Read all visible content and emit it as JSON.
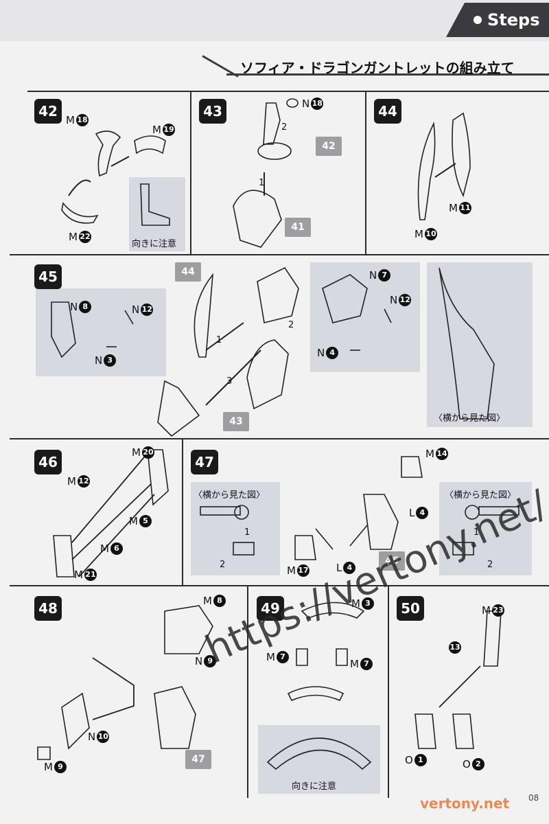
{
  "header": {
    "tab_label": "Steps",
    "section_title": "ソフィア・ドラゴンガントレットの組み立て"
  },
  "steps": [
    {
      "num": "42"
    },
    {
      "num": "43"
    },
    {
      "num": "44"
    },
    {
      "num": "45"
    },
    {
      "num": "46"
    },
    {
      "num": "47"
    },
    {
      "num": "48"
    },
    {
      "num": "49"
    },
    {
      "num": "50"
    }
  ],
  "refs": {
    "r42": "42",
    "r41": "41",
    "r44": "44",
    "r43": "43",
    "r46": "46",
    "r47": "47"
  },
  "notes": {
    "orientation": "向きに注意",
    "side_view": "〈横から見た図〉",
    "arrow_1": "1",
    "arrow_2": "2",
    "arrow_3": "3"
  },
  "parts": {
    "m18": {
      "letter": "M",
      "num": "18"
    },
    "m19": {
      "letter": "M",
      "num": "19"
    },
    "m22": {
      "letter": "M",
      "num": "22"
    },
    "n18": {
      "letter": "N",
      "num": "18"
    },
    "m11": {
      "letter": "M",
      "num": "11"
    },
    "m10": {
      "letter": "M",
      "num": "10"
    },
    "n8": {
      "letter": "N",
      "num": "8"
    },
    "n12a": {
      "letter": "N",
      "num": "12"
    },
    "n3": {
      "letter": "N",
      "num": "3"
    },
    "n7": {
      "letter": "N",
      "num": "7"
    },
    "n12b": {
      "letter": "N",
      "num": "12"
    },
    "n4": {
      "letter": "N",
      "num": "4"
    },
    "m20": {
      "letter": "M",
      "num": "20"
    },
    "m12": {
      "letter": "M",
      "num": "12"
    },
    "m5": {
      "letter": "M",
      "num": "5"
    },
    "m6": {
      "letter": "M",
      "num": "6"
    },
    "m21": {
      "letter": "M",
      "num": "21"
    },
    "m14": {
      "letter": "M",
      "num": "14"
    },
    "l4a": {
      "letter": "L",
      "num": "4"
    },
    "m17": {
      "letter": "M",
      "num": "17"
    },
    "l4b": {
      "letter": "L",
      "num": "4"
    },
    "m8": {
      "letter": "M",
      "num": "8"
    },
    "n9": {
      "letter": "N",
      "num": "9"
    },
    "n10": {
      "letter": "N",
      "num": "10"
    },
    "m9": {
      "letter": "M",
      "num": "9"
    },
    "m3": {
      "letter": "M",
      "num": "3"
    },
    "m7a": {
      "letter": "M",
      "num": "7"
    },
    "m7b": {
      "letter": "M",
      "num": "7"
    },
    "m23": {
      "letter": "M",
      "num": "23"
    },
    "n13": {
      "letter": "",
      "num": "13"
    },
    "o1": {
      "letter": "O",
      "num": "1"
    },
    "o2": {
      "letter": "O",
      "num": "2"
    }
  },
  "watermark": {
    "url": "https://vertony.net/",
    "footer": "vertony.net"
  },
  "page_number": "08"
}
